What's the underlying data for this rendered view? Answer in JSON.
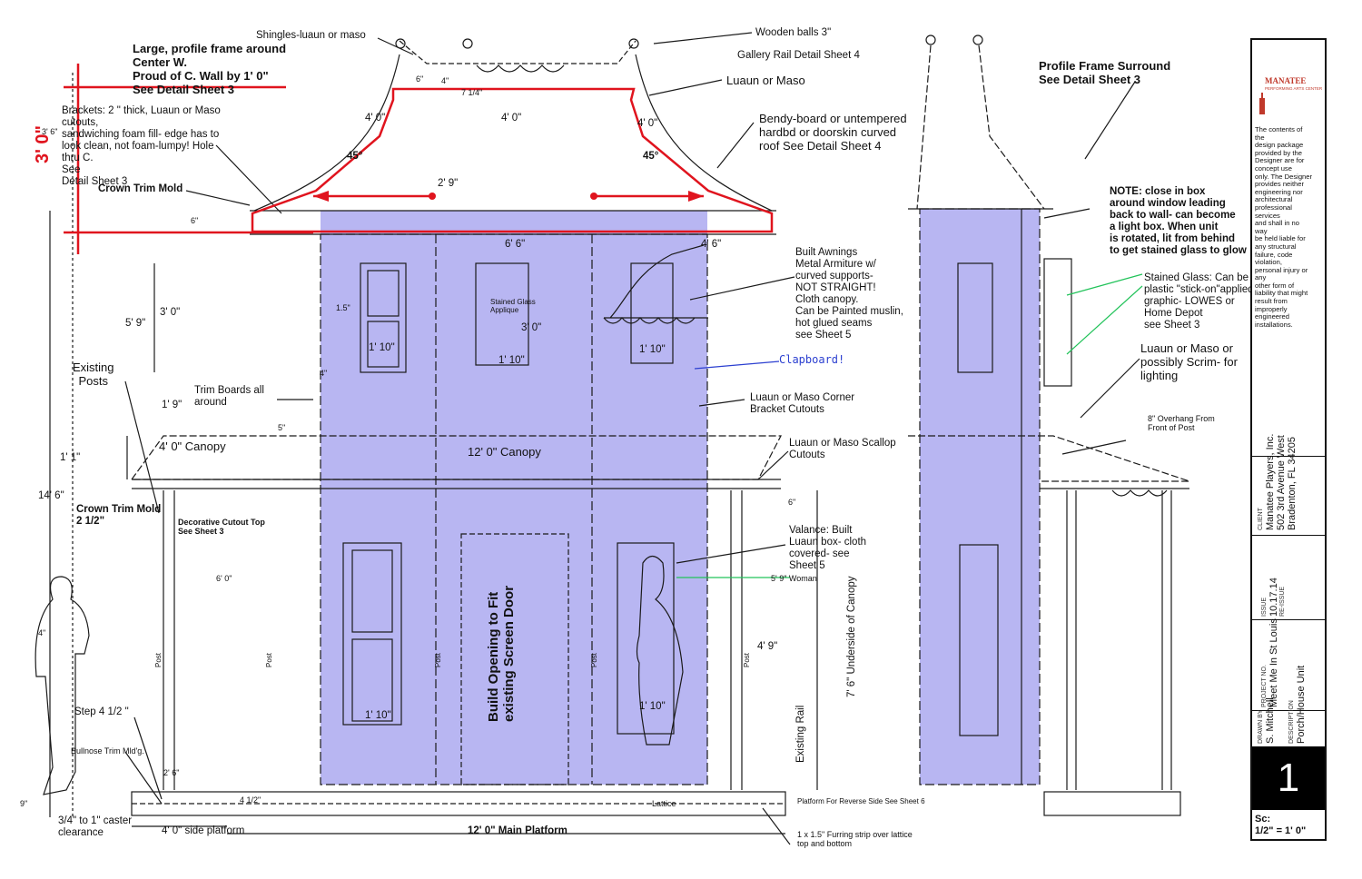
{
  "labels": {
    "profile_frame": "Large, profile frame around\nCenter W.\nProud of C. Wall by 1' 0\"\nSee Detail Sheet 3",
    "shingles": "Shingles-luaun or maso",
    "wooden_balls": "Wooden balls 3\"",
    "gallery_rail": "Gallery Rail Detail  Sheet 4",
    "luaun_maso_top": "Luaun or Maso",
    "bendy_board": "Bendy-board or untempered\nhardbd or doorskin curved\nroof See Detail Sheet 4",
    "brackets": "Brackets: 2 \" thick, Luaun or Maso\ncutouts,\nsandwiching foam fill- edge has to\nlook clean,  not foam-lumpy! Hole\nthru C.\nSee\nDetail Sheet 3",
    "crown_trim_top": "Crown Trim Mold",
    "built_awnings": "Built Awnings\nMetal Armiture w/\ncurved supports-\nNOT STRAIGHT!\nCloth canopy.\nCan be Painted muslin,\nhot glued seams\nsee Sheet 5",
    "clapboard": "Clapboard!",
    "corner_bracket": "Luaun or Maso Corner\nBracket Cutouts",
    "scallop": "Luaun or Maso Scallop\nCutouts",
    "existing_posts": "Existing\nPosts",
    "trim_boards": "Trim Boards all\naround",
    "crown_trim_canopy": "Crown Trim Mold\n2 1/2\"",
    "decorative_cutout": "Decorative Cutout Top\nSee Sheet  3",
    "valance": "Valance: Built\nLuaun box- cloth\ncovered- see\nSheet 5",
    "woman": "5' 9\" Woman",
    "underside_canopy": "7' 6\" Underside of Canopy",
    "existing_rail": "Existing Rail",
    "screen_door": "Build Opening to Fit\nexisting Screen Door",
    "stained_glass_applique": "Stained Glass\nApplique",
    "step": "Step 4 1/2 \"",
    "bullnose": "Bullnose Trim Mld'g.",
    "caster": "3/4\" to 1\" caster\nclearance",
    "side_platform": "4' 0\" side platform",
    "main_platform": "12' 0\" Main Platform",
    "lattice": "Lattice",
    "platform_reverse": "Platform For Reverse Side See Sheet 6",
    "furring": "1 x 1.5\" Furring strip over lattice\ntop and bottom",
    "profile_surround": "Profile Frame Surround\nSee Detail Sheet 3",
    "note_close_box": "NOTE: close in box\naround window leading\nback to wall- can become\na light box. When unit\nis rotated, lit from behind\nto get stained glass to glow",
    "stained_glass_note": "Stained Glass: Can be\nplastic \"stick-on\"applied\ngraphic- LOWES or\nHome Depot\nsee Sheet 3",
    "scrim": "Luaun or Maso or\npossibly Scrim- for\nlighting",
    "overhang": "8\" Overhang From\nFront of Post",
    "canopy_4": "4' 0\" Canopy",
    "canopy_12": "12' 0\" Canopy",
    "post": "Post",
    "red_dim": "3' 0\""
  },
  "dims": {
    "d_6a": "6\"",
    "d_4": "4\"",
    "d_7_1_4": "7 1/4\"",
    "d_4_0_left": "4' 0\"",
    "d_4_0_mid": "4' 0\"",
    "d_4_0_right": "4' 0\"",
    "d_45_left": "45°",
    "d_45_right": "45°",
    "d_2_9": "2' 9\"",
    "d_6_crown": "6\"",
    "d_6_6": "6' 6\"",
    "d_4_6": "4' 6\"",
    "d_5_9": "5' 9\"",
    "d_3_0_left": "3' 0\"",
    "d_3_0_mid": "3' 0\"",
    "d_1_5": "1.5\"",
    "d_1_10_a": "1' 10\"",
    "d_1_10_b": "1' 10\"",
    "d_1_10_c": "1' 10\"",
    "d_1_10_d": "1' 10\"",
    "d_1_10_e": "1' 10\"",
    "d_1_9": "1' 9\"",
    "d_5": "5\"",
    "d_4_side": "4\"",
    "d_1_1": "1' 1\"",
    "d_14_6": "14' 6\"",
    "d_6_canopy": "6\"",
    "d_6_0": "6' 0\"",
    "d_4_9": "4' 9\"",
    "d_2_6": "2' 6\"",
    "d_4_1_2": "4 1/2\"",
    "d_9": "9\"",
    "d_4_figure": "4\"",
    "d_3_6": "3' 6\""
  },
  "title_block": {
    "disclaimer": "The contents of\nthe\ndesign package\nprovided by the\nDesigner are for\nconcept use\nonly. The Designer\nprovides neither\nengineering nor\narchitectural\nprofessional\nservices\nand shall in no\nway\nbe held liable for\nany structural\nfailure, code\nviolation,\npersonal injury or\nany\nother form of\nliability that might\nresult from\nimproperly\nengineered\ninstallations.",
    "logo_text": "MANATEE",
    "logo_sub": "PERFORMING ARTS CENTER",
    "client_cap": "CLIENT",
    "client_1": "Manatee Players, Inc.",
    "client_2": "502 3rd Avenue West",
    "client_3": "Bradenton, FL 34205",
    "issue_cap": "ISSUE",
    "issue_date": "10.17.14",
    "issue_note": "RE-ISSUE",
    "project_cap": "PROJECT NO.",
    "project": "Meet Me In St Louis",
    "drawn_cap": "DRAWN BY",
    "drawn": "S. Mitchell",
    "desc_cap": "DESCRIPTION",
    "desc": "Porch/House Unit",
    "sheet": "1",
    "scale_cap": "Sc:",
    "scale": "1/2\" = 1' 0\""
  },
  "colors": {
    "wall_fill": "#b8b6f2",
    "red_frame": "#e0141e",
    "green_leader": "#22c35a",
    "blue_note": "#2b3fd0",
    "ink": "#1a1a1a"
  }
}
